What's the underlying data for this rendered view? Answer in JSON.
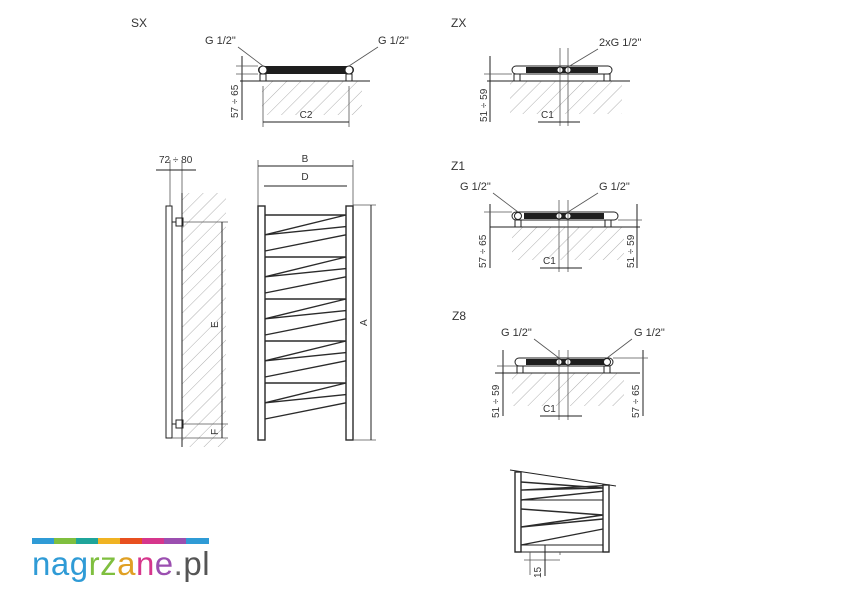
{
  "sections": {
    "sx": "SX",
    "zx": "ZX",
    "z1": "Z1",
    "z8": "Z8"
  },
  "connections": {
    "g_half": "G 1/2\"",
    "two_g_half": "2xG 1/2\""
  },
  "dimensions": {
    "h_57_65": "57 ÷ 65",
    "h_51_59": "51 ÷ 59",
    "depth_72_80": "72 ÷ 80",
    "c1": "C1",
    "c2": "C2",
    "a": "A",
    "b": "B",
    "d": "D",
    "e": "E",
    "f": "F",
    "gap_15": "15"
  },
  "logo": {
    "letters": [
      "n",
      "a",
      "g",
      "r",
      "z",
      "a",
      "n",
      "e",
      ".",
      "p",
      "l"
    ],
    "letter_colors": [
      "#2f9bd6",
      "#2f9bd6",
      "#2f9bd6",
      "#7fbf3f",
      "#7fbf3f",
      "#e0a024",
      "#d6368c",
      "#9b4fb0",
      "#666666",
      "#555555",
      "#555555"
    ],
    "stripe_colors": [
      "#2f9bd6",
      "#7fbf3f",
      "#1fa59a",
      "#f0b323",
      "#e8501f",
      "#d6368c",
      "#9b4fb0",
      "#2f9bd6"
    ]
  }
}
